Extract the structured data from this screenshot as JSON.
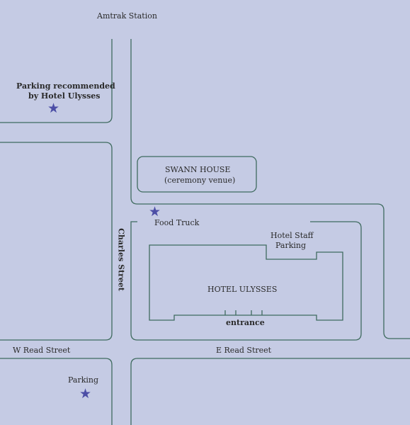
{
  "colors": {
    "background": "#c5cbe4",
    "line": "#3f6b5f",
    "star": "#4c4ea6"
  },
  "icons": [
    "star-icon"
  ],
  "labels": {
    "amtrak": "Amtrak Station",
    "parking_rec_line1": "Parking recommended",
    "parking_rec_line2": "by Hotel Ulysses",
    "swann_line1": "SWANN HOUSE",
    "swann_line2": "(ceremony venue)",
    "food_truck": "Food Truck",
    "staff_line1": "Hotel Staff",
    "staff_line2": "Parking",
    "hotel": "HOTEL ULYSSES",
    "entrance": "entrance",
    "charles": "Charles Street",
    "w_read": "W Read Street",
    "e_read": "E Read Street",
    "parking": "Parking"
  },
  "star_glyph": "★"
}
